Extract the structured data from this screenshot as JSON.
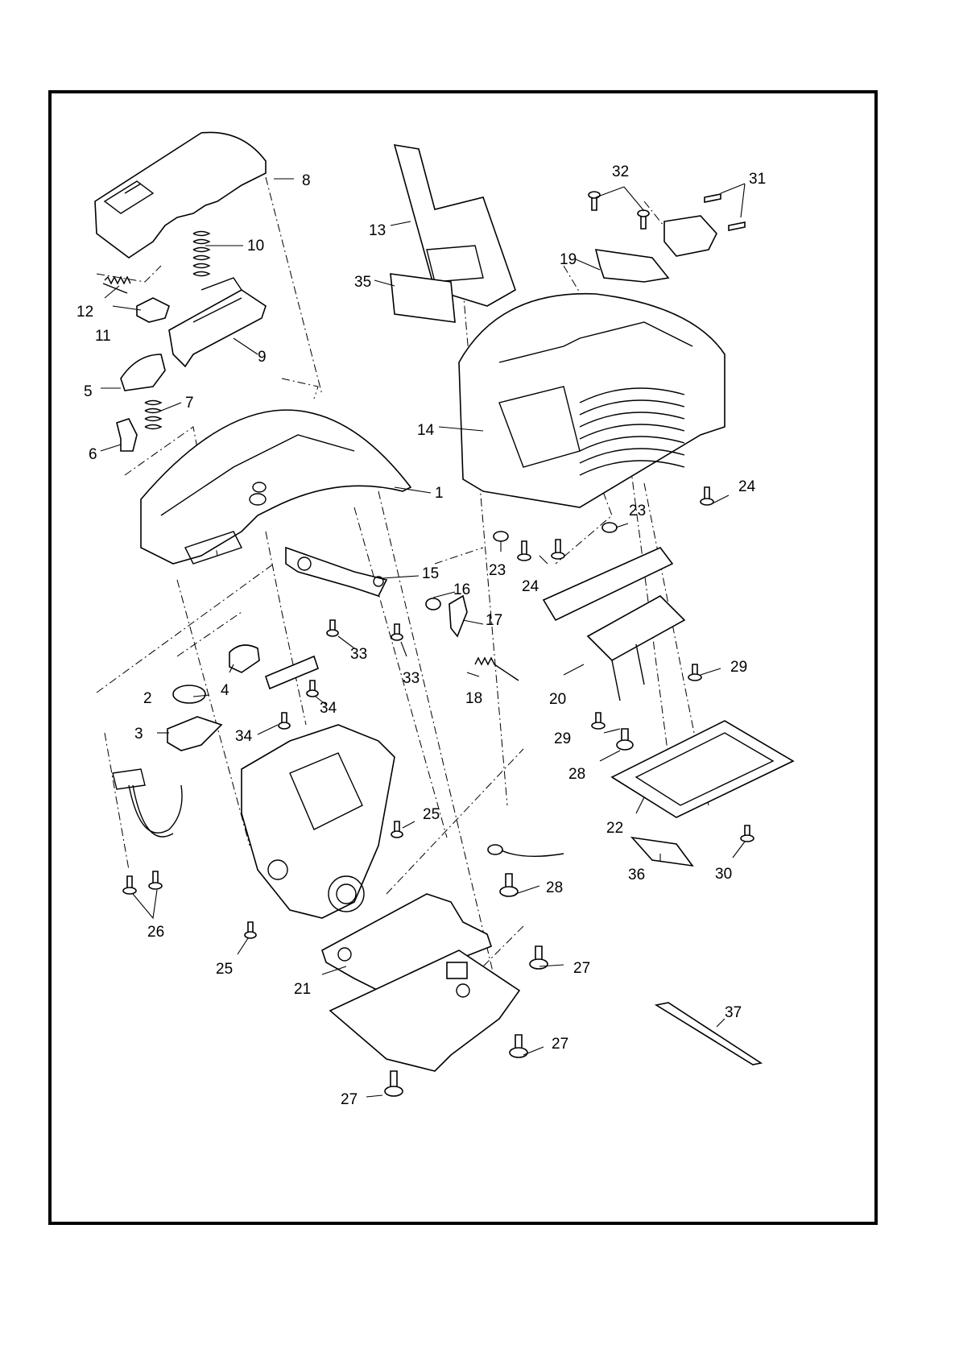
{
  "labels": {
    "p1": "1",
    "p2": "2",
    "p3": "3",
    "p4": "4",
    "p5": "5",
    "p6": "6",
    "p7": "7",
    "p8": "8",
    "p9": "9",
    "p10": "10",
    "p11": "11",
    "p12": "12",
    "p13": "13",
    "p14": "14",
    "p15": "15",
    "p16": "16",
    "p17": "17",
    "p18": "18",
    "p19": "19",
    "p20": "20",
    "p21": "21",
    "p22": "22",
    "p23": "23",
    "p24": "24",
    "p25": "25",
    "p26": "26",
    "p27": "27",
    "p28": "28",
    "p29": "29",
    "p30": "30",
    "p31": "31",
    "p32": "32",
    "p33": "33",
    "p34": "34",
    "p35": "35",
    "p36": "36",
    "p37": "37"
  },
  "colors": {
    "ink": "#000000",
    "paper": "#ffffff"
  }
}
